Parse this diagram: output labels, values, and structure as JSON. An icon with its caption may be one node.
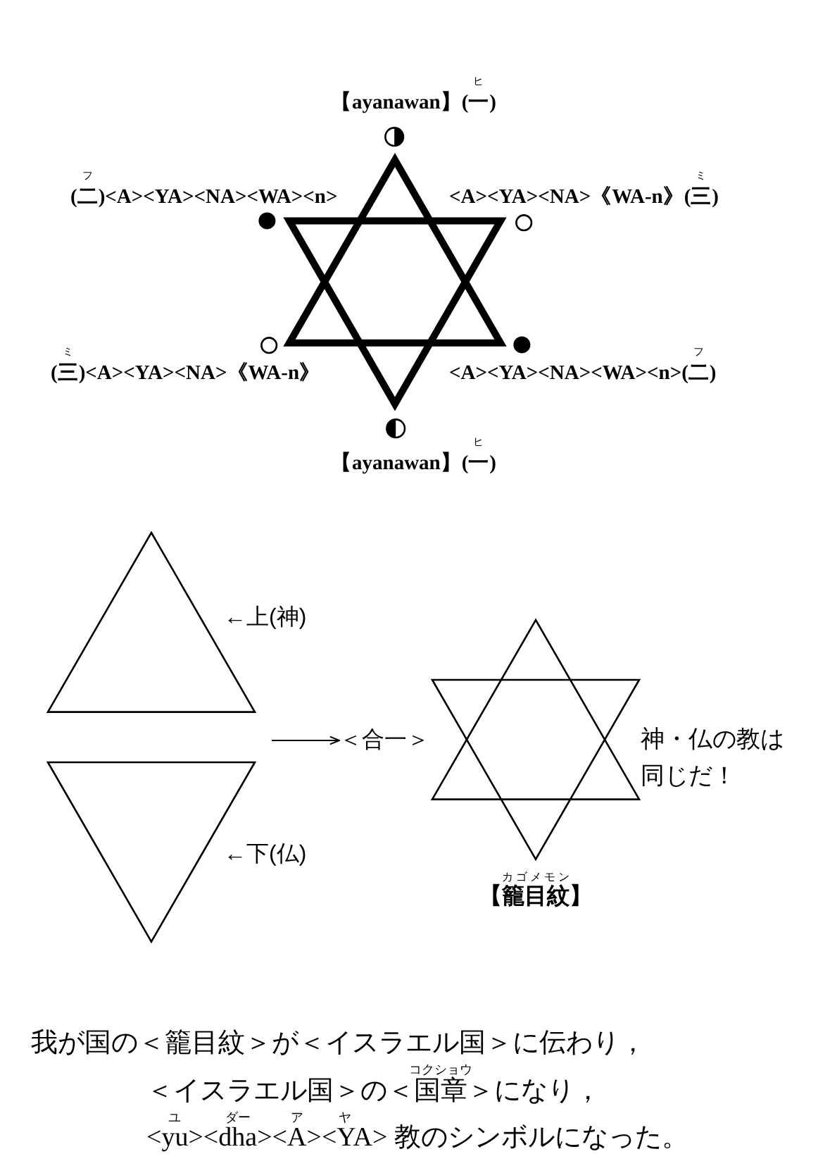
{
  "diagram": {
    "nodes": [
      {
        "text": [],
        "shape": "triangle",
        "beside": [
          "←上(神)"
        ]
      },
      {
        "text": [],
        "shape": "triangle",
        "beside": [
          "←下(仏)"
        ]
      },
      {
        "text": [
          "＜合一＞"
        ]
      },
      {
        "text": [],
        "shape": "star",
        "beside": [
          "神・仏の教は同じだ！",
          "カゴメモン",
          "【籠目紋】"
        ]
      }
    ],
    "edges": [
      {
        "from": null,
        "to": 2,
        "arrow": "to"
      }
    ],
    "labels": [
      "【ayanawan】(一)",
      "ヒ",
      "(二)<A><YA><NA><WA><n>",
      "フ",
      "<A><YA><NA>《WA-n》(三)",
      "ミ",
      "(三)<A><YA><NA>《WA-n》",
      "ミ",
      "<A><YA><NA><WA><n>(二)",
      "フ",
      "【ayanawan】(一)",
      "ヒ",
      "我が国の＜籠目紋＞が＜イスラエル国＞に伝わり，",
      "＜イスラエル国＞の＜国章＞になり，",
      "コクショウ",
      "<yu><dha><A><YA> 教のシンボルになった。",
      "ユ",
      "ダー",
      "ア",
      "ヤ"
    ]
  }
}
